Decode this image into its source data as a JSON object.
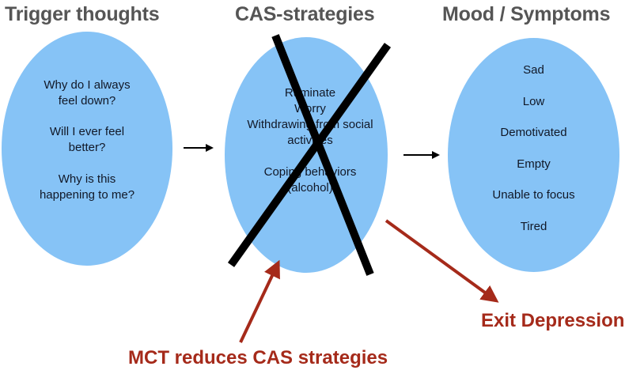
{
  "columns": [
    {
      "heading": "Trigger thoughts",
      "items": [
        "Why do I always",
        "feel down?",
        "Will I ever feel",
        "better?",
        "Why is this",
        "happening to me?"
      ]
    },
    {
      "heading": "CAS-strategies",
      "items": [
        "Ruminate",
        "Worry",
        "Withdrawing from social",
        "activities",
        "Coping behaviors",
        "(alcohol)"
      ],
      "crossed_out": true
    },
    {
      "heading": "Mood / Symptoms",
      "items": [
        "Sad",
        "Low",
        "Demotivated",
        "Empty",
        "Unable to focus",
        "Tired"
      ]
    }
  ],
  "annotations": {
    "mct": "MCT reduces CAS strategies",
    "exit": "Exit Depression"
  },
  "colors": {
    "ellipse": "#86c3f6",
    "heading": "#555555",
    "annotation": "#a52a1a",
    "cross": "#000000"
  }
}
